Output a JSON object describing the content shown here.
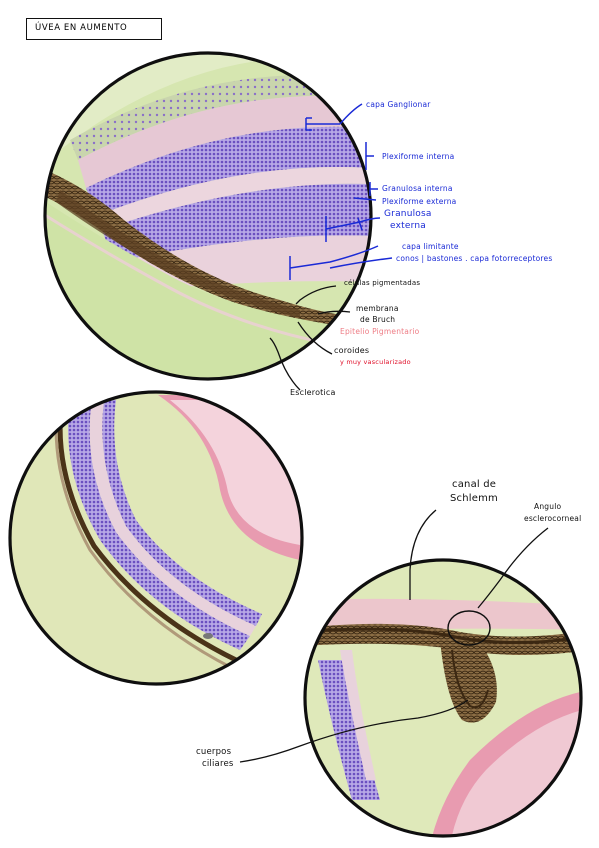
{
  "title": "ÚVEA EN AUMENTO",
  "colors": {
    "blue": "#1a2ad6",
    "black": "#111111",
    "pink": "#ee7d86",
    "red": "#e0102a",
    "tissue_background": "#d9e8b4",
    "nuclei": "#7a5ec8",
    "stroma_pink": "#e8aec0",
    "pigment": "#4f3a22"
  },
  "labels": {
    "capa_ganglionar": "capa Ganglionar",
    "plexiforme_interna": "Plexiforme interna",
    "granulosa_interna": "Granulosa interna",
    "plexiforme_externa": "Plexiforme externa",
    "granulosa_externa_1": "Granulosa",
    "granulosa_externa_2": "externa",
    "capa_limitante": "capa limitante",
    "conos_bastones": "conos | bastones . capa fotorreceptores",
    "celulas_pigmentadas": "células pigmentadas",
    "membrana_1": "membrana",
    "membrana_2": "de Bruch",
    "epitelio_pigmentario": "Epitelio Pigmentario",
    "coroides": "coroides",
    "muy_vascularizado": "y muy vascularizado",
    "esclerotica": "Esclerotica",
    "canal_schlemm_1": "canal de",
    "canal_schlemm_2": "Schlemm",
    "angulo_1": "Angulo",
    "angulo_2": "esclerocorneal",
    "cuerpos_ciliares_1": "cuerpos",
    "cuerpos_ciliares_2": "ciliares"
  }
}
